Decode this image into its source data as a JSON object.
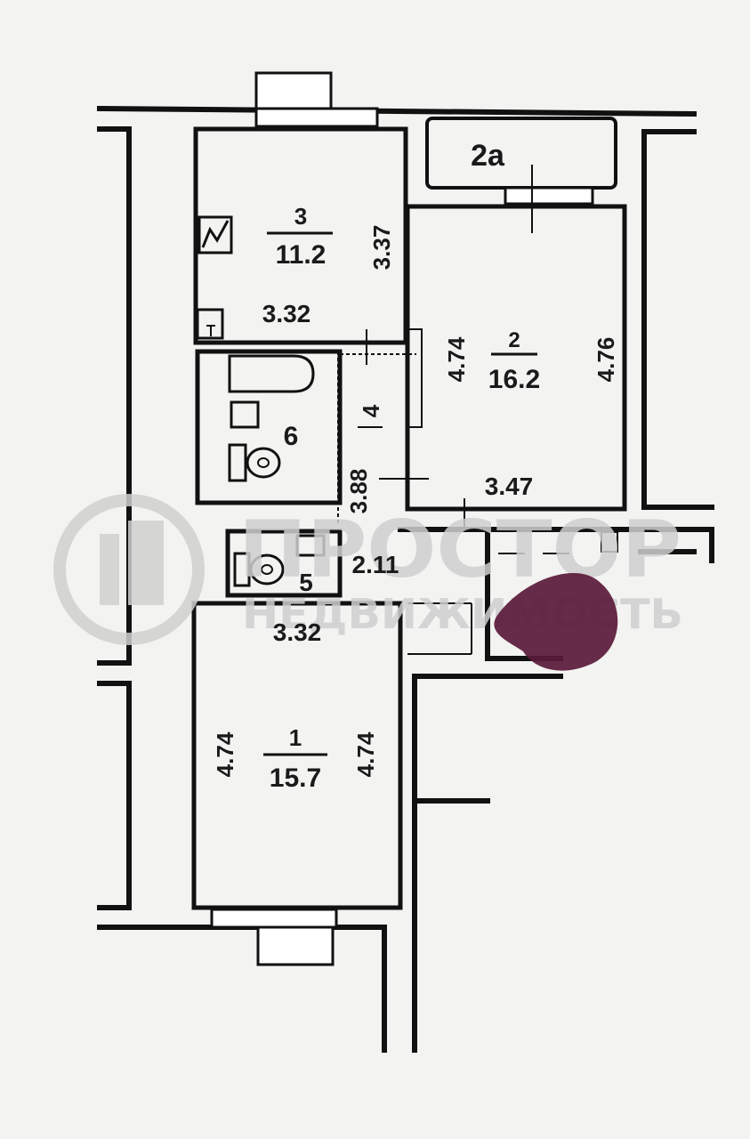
{
  "rooms": [
    {
      "id": "1",
      "area": "15.7"
    },
    {
      "id": "2",
      "area": "16.2"
    },
    {
      "id": "2a"
    },
    {
      "id": "3",
      "area": "11.2"
    },
    {
      "id": "4"
    },
    {
      "id": "5"
    },
    {
      "id": "6"
    }
  ],
  "dimensions": {
    "room3_width": "3.32",
    "room3_height": "3.37",
    "room2_left": "4.74",
    "room2_right": "4.76",
    "room2_width": "3.47",
    "corridor_length": "3.88",
    "bath_width": "2.11",
    "room1_top": "3.32",
    "room1_left": "4.74",
    "room1_right": "4.74"
  },
  "watermark": {
    "brand": "ПРОСТОР",
    "subtitle": "НЕДВИЖИМОСТЬ"
  },
  "colors": {
    "wall": "#111111",
    "paper": "#f3f3f1",
    "stain": "#5a1a3a",
    "watermark": "#cfcfcf"
  }
}
